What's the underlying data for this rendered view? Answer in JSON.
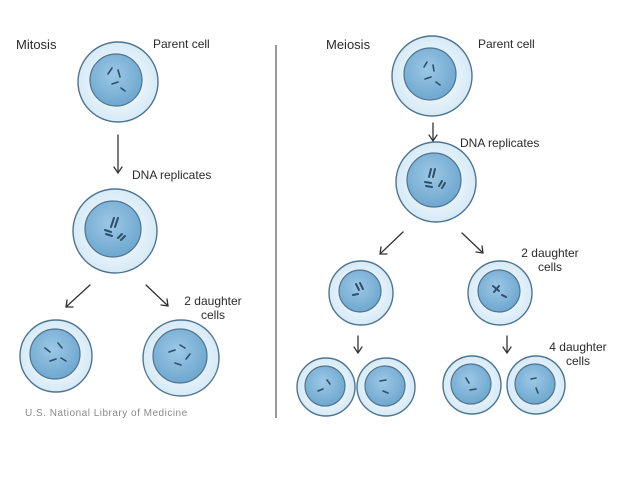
{
  "mitosis": {
    "title": "Mitosis",
    "parent_label": "Parent cell",
    "dna_label": "DNA replicates",
    "daughters_label_line1": "2 daughter",
    "daughters_label_line2": "cells"
  },
  "meiosis": {
    "title": "Meiosis",
    "parent_label": "Parent cell",
    "dna_label": "DNA replicates",
    "daughters2_label_line1": "2 daughter",
    "daughters2_label_line2": "cells",
    "daughters4_label_line1": "4 daughter",
    "daughters4_label_line2": "cells"
  },
  "credit": "U.S. National Library of Medicine",
  "colors": {
    "cell_outer": "#e2f1fa",
    "cell_outline": "#4e7590",
    "nucleus": "#7fb5da",
    "chromosome": "#2f4f6a",
    "arrow": "#333333",
    "divider": "#555555"
  }
}
